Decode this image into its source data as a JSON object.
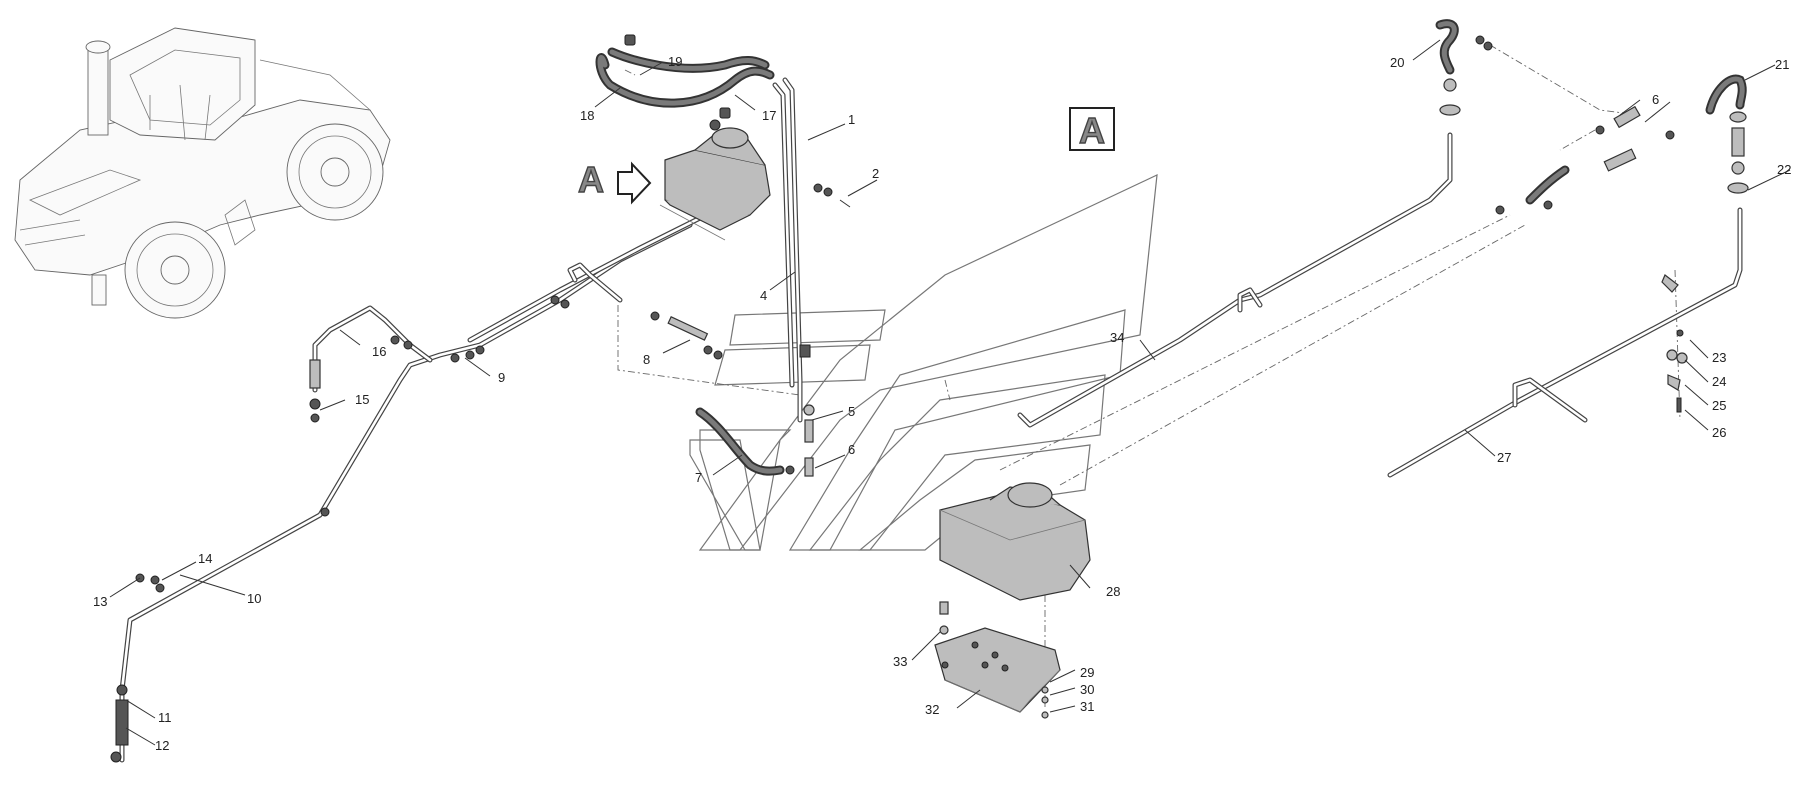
{
  "view_marker": {
    "letter": "A"
  },
  "view_arrow": {
    "letter": "A"
  },
  "callouts": {
    "c1": "1",
    "c2": "2",
    "c4": "4",
    "c5": "5",
    "c6a": "6",
    "c6b": "6",
    "c7": "7",
    "c8": "8",
    "c9": "9",
    "c10": "10",
    "c11": "11",
    "c12": "12",
    "c13": "13",
    "c14": "14",
    "c15": "15",
    "c16": "16",
    "c17": "17",
    "c18": "18",
    "c19": "19",
    "c20": "20",
    "c21": "21",
    "c22": "22",
    "c23": "23",
    "c24": "24",
    "c25": "25",
    "c26": "26",
    "c27": "27",
    "c28": "28",
    "c29": "29",
    "c30": "30",
    "c31": "31",
    "c32": "32",
    "c33": "33",
    "c34": "34"
  }
}
